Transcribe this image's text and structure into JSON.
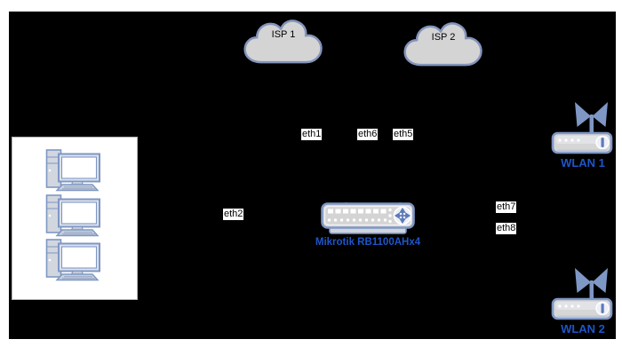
{
  "diagram": {
    "type": "network-topology",
    "clouds": [
      {
        "label": "ISP 1"
      },
      {
        "label": "ISP 2"
      }
    ],
    "router": {
      "label": "Mikrotik RB1100AHx4"
    },
    "wlans": [
      {
        "label": "WLAN 1"
      },
      {
        "label": "WLAN 2"
      }
    ],
    "port_labels": [
      {
        "text": "eth1"
      },
      {
        "text": "eth6"
      },
      {
        "text": "eth5"
      },
      {
        "text": "eth2"
      },
      {
        "text": "eth7"
      },
      {
        "text": "eth8"
      }
    ],
    "lan": {
      "computer_count": 3
    },
    "colors": {
      "canvas_bg": "#000000",
      "page_bg": "#ffffff",
      "device_fill": "#d6d6d6",
      "device_stroke": "#7e97c5",
      "cloud_fill": "#d4d4d4",
      "cloud_stroke": "#8494bb",
      "blue_label_text": "#1e55c8",
      "port_label_bg": "#ffffff",
      "port_label_text": "#000000"
    }
  }
}
